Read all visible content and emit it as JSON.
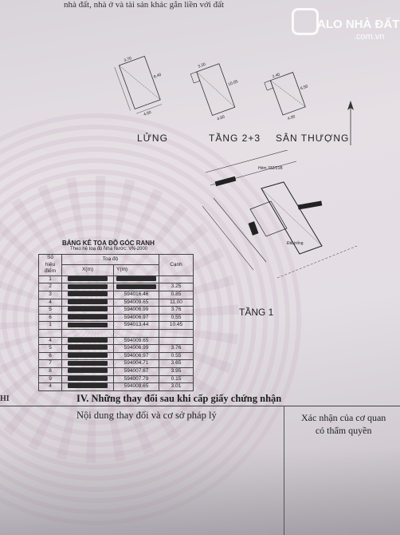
{
  "header": {
    "text": "nhà đất, nhà ở và tài sản khác gắn liền với đất"
  },
  "watermark": {
    "brand": "ALO NHÀ ĐẤT",
    "domain": ".com.vn"
  },
  "floor_plans": {
    "lung": "LỬNG",
    "tang23": "TẦNG 2+3",
    "santhuong": "SÂN THƯỢNG",
    "tang1": "TẦNG 1",
    "road_label": "Đất trống"
  },
  "coordinate_table": {
    "title": "BẢNG KÊ TOẠ ĐỘ GÓC RANH",
    "subtitle": "Theo hệ toạ độ Nhà Nước: VN-2000",
    "headers": {
      "id": "Số hiệu điểm",
      "coords": "Toạ độ",
      "x": "X(m)",
      "y": "Y(m)",
      "edge": "Cạnh"
    },
    "block1": [
      {
        "id": "1",
        "x": "",
        "y": "",
        "edge": ""
      },
      {
        "id": "2",
        "x": "",
        "y": "",
        "edge": "3.25"
      },
      {
        "id": "3",
        "x": "",
        "y": "594016.46",
        "edge": "0.85"
      },
      {
        "id": "4",
        "x": "",
        "y": "594009.65",
        "edge": "11.00"
      },
      {
        "id": "5",
        "x": "",
        "y": "594006.99",
        "edge": "3.76"
      },
      {
        "id": "6",
        "x": "",
        "y": "594006.97",
        "edge": "0.55"
      },
      {
        "id": "1",
        "x": "",
        "y": "594013.44",
        "edge": "10.45"
      }
    ],
    "block2": [
      {
        "id": "4",
        "x": "",
        "y": "594009.65",
        "edge": ""
      },
      {
        "id": "5",
        "x": "",
        "y": "594006.99",
        "edge": "3.76"
      },
      {
        "id": "6",
        "x": "",
        "y": "594006.97",
        "edge": "0.55"
      },
      {
        "id": "7",
        "x": "",
        "y": "594004.71",
        "edge": "3.65"
      },
      {
        "id": "8",
        "x": "",
        "y": "594007.67",
        "edge": "3.95"
      },
      {
        "id": "9",
        "x": "",
        "y": "594007.79",
        "edge": "0.15"
      },
      {
        "id": "4",
        "x": "",
        "y": "594009.65",
        "edge": "3.01"
      }
    ]
  },
  "section_iv": {
    "title": "IV. Những thay đổi sau khi cấp giấy chứng nhận",
    "left_col": "Nội dung thay đổi và cơ sở pháp lý",
    "right_col_line1": "Xác nhận của cơ quan",
    "right_col_line2": "có thẩm quyền",
    "left_edge_mark": "HI"
  }
}
